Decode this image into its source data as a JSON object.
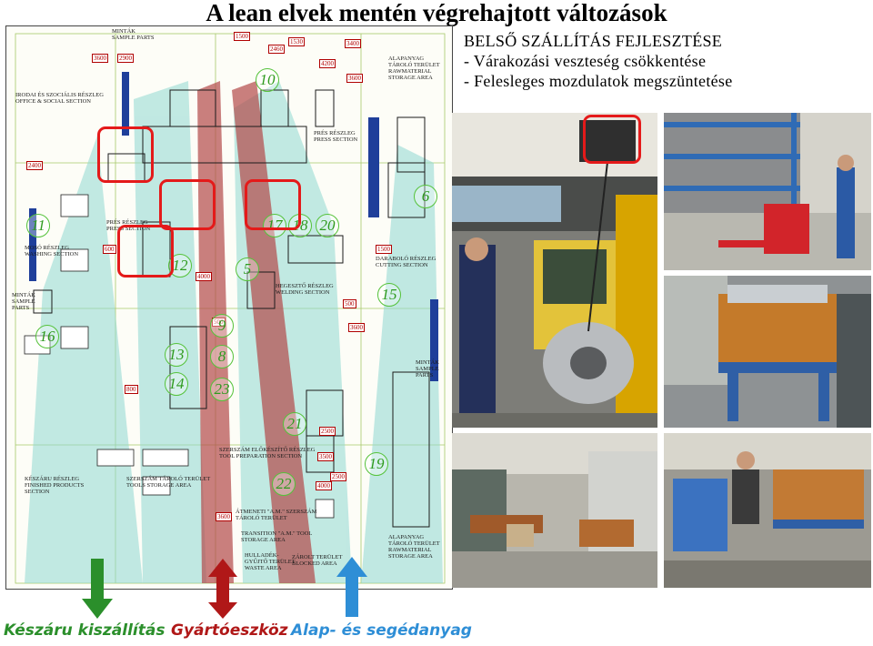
{
  "title": "A lean elvek mentén végrehajtott változások",
  "headline": {
    "line1": "BELSŐ SZÁLLÍTÁS FEJLESZTÉSE",
    "line2": "- Várakozási veszteség csökkentése",
    "line3": "- Felesleges mozdulatok megszüntetése"
  },
  "legend": {
    "finished": "Készáru kiszállítás",
    "tooling": "Gyártóeszköz",
    "material": "Alap- és segédanyag"
  },
  "colors": {
    "finished": "#2b8f2b",
    "tooling": "#b01818",
    "material": "#2e8ed6",
    "highlight": "#e41a1a"
  },
  "plan": {
    "labels": {
      "office": "IRODAI ÉS SZOCIÁLIS RÉSZLEG\nOFFICE & SOCIAL SECTION",
      "sample": "MINTÁK\nSAMPLE PARTS",
      "raw_top": "ALAPANYAG\nTÁROLÓ TERÜLET\nRAWMATERIAL\nSTORAGE AREA",
      "press1": "PRÉS RÉSZLEG\nPRESS SECTION",
      "press2": "PRÉS RÉSZLEG\nPRESS SECTION",
      "washing": "MOSÓ RÉSZLEG\nWASHING SECTION",
      "cutting": "DARABOLÓ RÉSZLEG\nCUTTING SECTION",
      "welding": "HEGESZTŐ RÉSZLEG\nWELDING SECTION",
      "toolprep": "SZERSZÁM ELŐKÉSZÍTŐ RÉSZLEG\nTOOL PREPARATION SECTION",
      "finished": "KÉSZÁRU RÉSZLEG\nFINISHED PRODUCTs\nSECTION",
      "toolstorage": "SZERSZÁM TÁROLÓ TERÜLET\nTOOLs STORAGE AREA",
      "transition": "ÁTMENETI \"A.M.\" SZERSZÁM\nTÁROLÓ TERÜLET",
      "transition_en": "TRANSITION \"A.M.\" TOOL\nSTORAGE AREA",
      "waste": "HULLADÉK-\nGYŰJTŐ TERÜLET\nWASTE AREA",
      "blocked": "ZÁROLT TERÜLET\nBLOCKED AREA",
      "raw_bottom": "ALAPANYAG\nTÁROLÓ TERÜLET\nRAWMATERIAL\nSTORAGE AREA",
      "sample_left": "MINTÁK\nSAMPLE PARTS",
      "sample_right": "MINTÁK\nSAMPLE PARTS"
    },
    "numbers": [
      "10",
      "6",
      "11",
      "17",
      "18",
      "20",
      "12",
      "5",
      "15",
      "16",
      "9",
      "13",
      "8",
      "14",
      "23",
      "21",
      "19",
      "22"
    ],
    "dims": [
      "3600",
      "2900",
      "1500",
      "1530",
      "2460",
      "3400",
      "4200",
      "3600",
      "2400",
      "600",
      "500",
      "500",
      "3600",
      "2500",
      "4000",
      "3500",
      "2500",
      "3600",
      "4000",
      "800",
      "1500"
    ]
  }
}
